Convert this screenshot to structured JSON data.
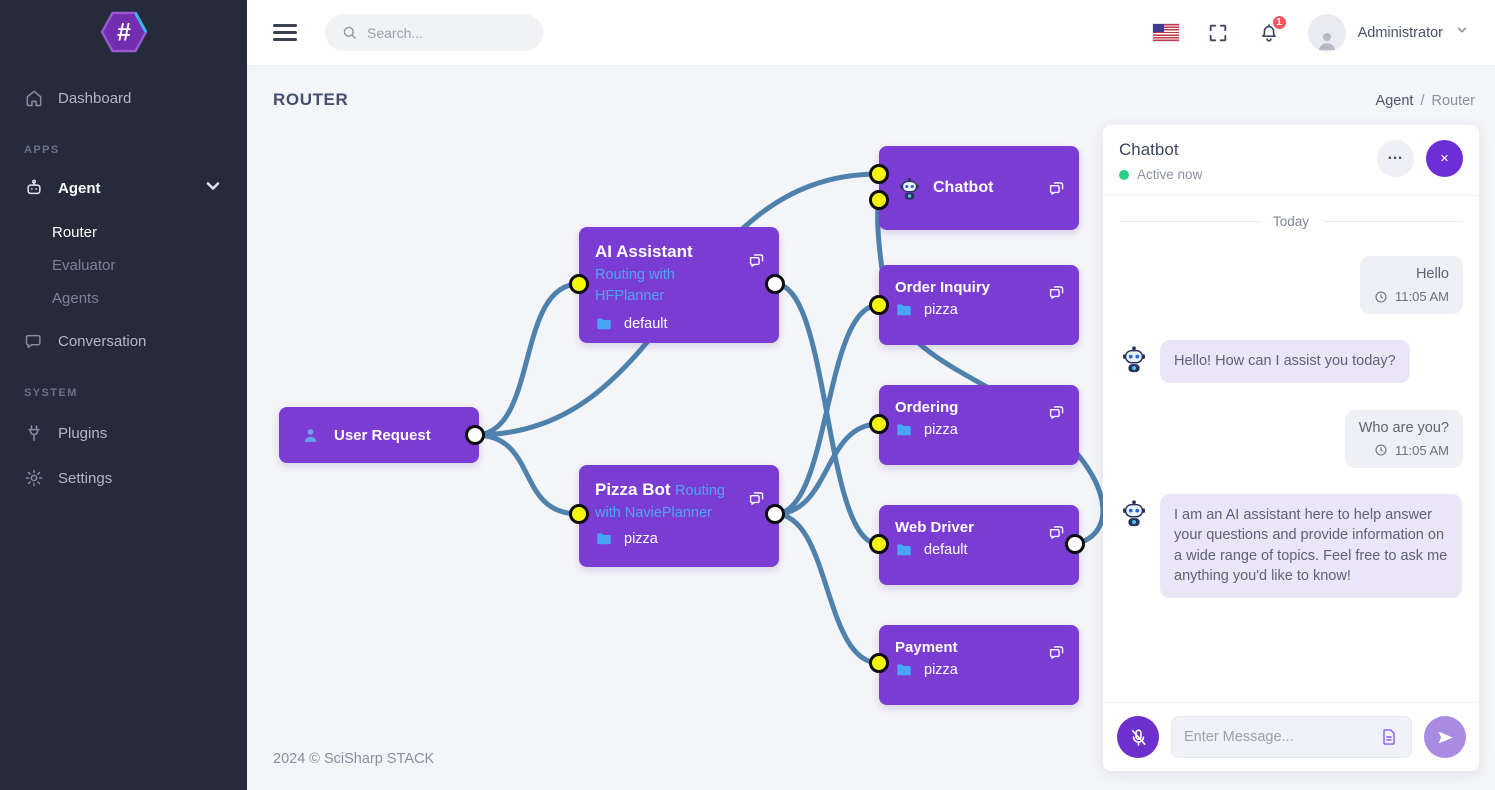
{
  "brand": {
    "logo_glyph": "#"
  },
  "topbar": {
    "search_placeholder": "Search...",
    "notification_badge": "1",
    "username": "Administrator"
  },
  "sidebar": {
    "apps_header": "APPS",
    "system_header": "SYSTEM",
    "dashboard": "Dashboard",
    "agent": "Agent",
    "router": "Router",
    "evaluator": "Evaluator",
    "agents": "Agents",
    "conversation": "Conversation",
    "plugins": "Plugins",
    "settings": "Settings"
  },
  "page": {
    "title": "ROUTER",
    "breadcrumb_parent": "Agent",
    "breadcrumb_sep": "/",
    "breadcrumb_current": "Router",
    "footer": "2024 © SciSharp STACK"
  },
  "colors": {
    "node_purple": "#7b3cd4",
    "edge_blue": "#4f81ad",
    "port_connected_yellow": "#f6f607",
    "port_free_white": "#ffffff",
    "accent_purple": "#6d2fd5",
    "active_green": "#2dce89",
    "badge_red": "#f2545b",
    "node_subtitle_blue": "#4aa7ef",
    "sidebar_bg": "#262b3c"
  },
  "flow": {
    "nodes": [
      {
        "title": "User Request"
      },
      {
        "title": "AI Assistant",
        "subtitle": "Routing with HFPlanner",
        "folder": "default"
      },
      {
        "title": "Pizza Bot",
        "subtitle": "Routing with NaviePlanner",
        "folder": "pizza"
      },
      {
        "title": "Chatbot"
      },
      {
        "title": "Order Inquiry",
        "folder": "pizza"
      },
      {
        "title": "Ordering",
        "folder": "pizza"
      },
      {
        "title": "Web Driver",
        "folder": "default"
      },
      {
        "title": "Payment",
        "folder": "pizza"
      }
    ]
  },
  "chat": {
    "title": "Chatbot",
    "status": "Active now",
    "day": "Today",
    "more_glyph": "…",
    "close_glyph": "×",
    "input_placeholder": "Enter Message...",
    "messages": [
      {
        "role": "user",
        "text": "Hello",
        "time": "11:05 AM"
      },
      {
        "role": "bot",
        "text": "Hello! How can I assist you today?"
      },
      {
        "role": "user",
        "text": "Who are you?",
        "time": "11:05 AM"
      },
      {
        "role": "bot",
        "text": "I am an AI assistant here to help answer your questions and provide information on a wide range of topics. Feel free to ask me anything you'd like to know!"
      }
    ]
  }
}
